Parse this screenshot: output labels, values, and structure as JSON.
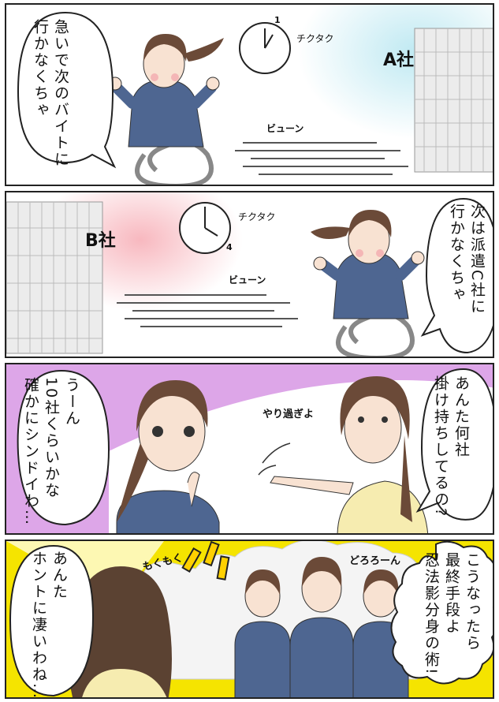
{
  "panel1": {
    "speech": "急いで次のバイトに\n行かなくちゃ",
    "clock_number": "1",
    "tick_sfx": "チクタク",
    "company": "A社",
    "speed_sfx": "ビューン"
  },
  "panel2": {
    "company": "B社",
    "clock_number": "4",
    "tick_sfx": "チクタク",
    "speed_sfx": "ビューン",
    "speech": "次は派遣C社に\n行かなくちゃ"
  },
  "panel3": {
    "speech_left": "うーん\n10社くらいかな\n確かにシンドイわ…",
    "sfx": "やり過ぎよ",
    "speech_right": "あんた何社\n掛け持ちしてるの?"
  },
  "panel4": {
    "speech_left": "あんた\nホントに凄いわね…",
    "sfx_left": "もくもく",
    "sfx_right": "どろろーん",
    "speech_right": "こうなったら\n最終手段よ\n忍法影分身の術!"
  },
  "colors": {
    "border": "#222222",
    "shirt": "#4e6691",
    "hair": "#6b4a38",
    "skin": "#f8e2d2",
    "panel3_bg": "#dda6e8",
    "panel4_bg": "#f5e400",
    "sky_tint": "#bfe9f2"
  }
}
